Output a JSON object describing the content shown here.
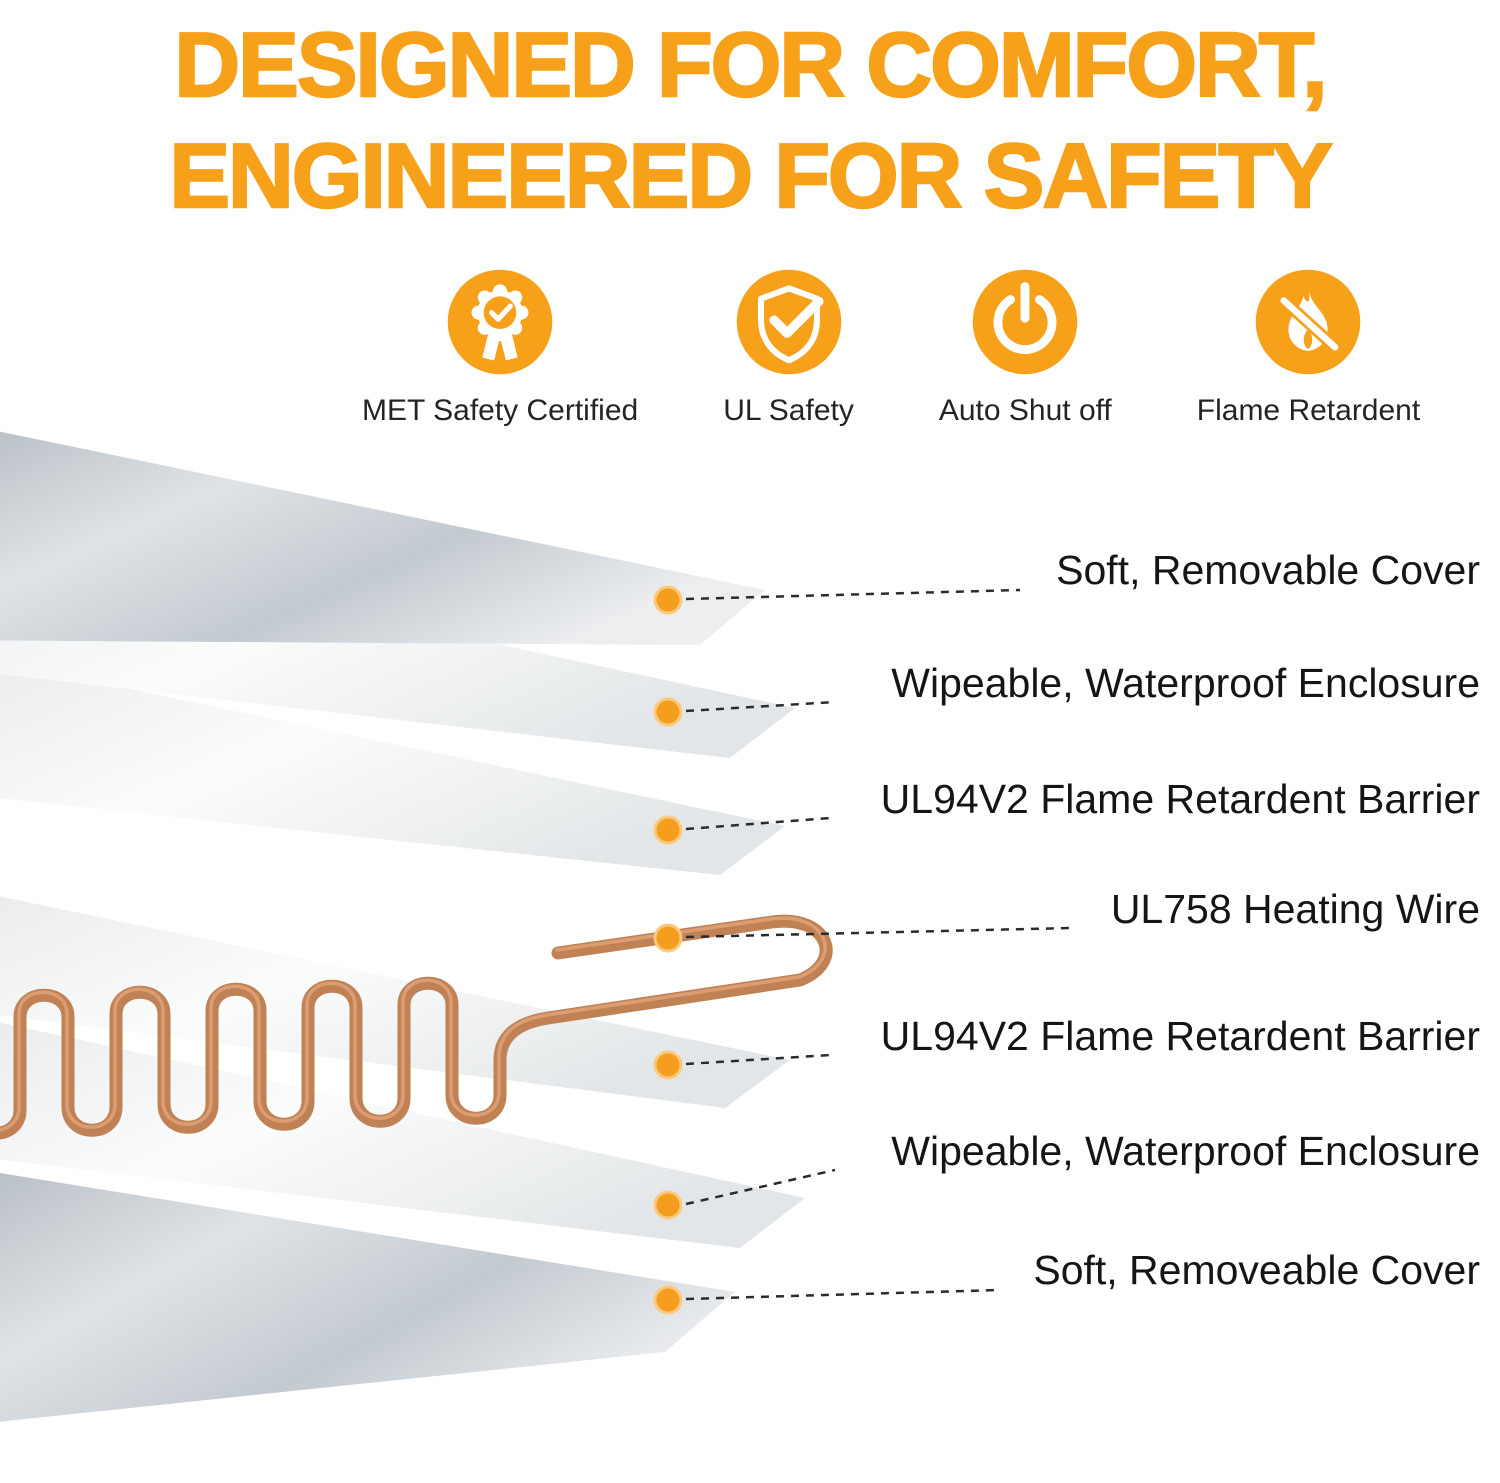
{
  "headline": {
    "line1": "DESIGNED FOR COMFORT,",
    "line2": "ENGINEERED FOR SAFETY"
  },
  "badges": [
    {
      "icon": "rosette-check-icon",
      "label": "MET Safety Certified"
    },
    {
      "icon": "shield-check-icon",
      "label": "UL Safety"
    },
    {
      "icon": "power-icon",
      "label": "Auto Shut off"
    },
    {
      "icon": "no-flame-icon",
      "label": "Flame Retardent"
    }
  ],
  "layers": [
    {
      "label": "Soft, Removable Cover"
    },
    {
      "label": "Wipeable, Waterproof Enclosure"
    },
    {
      "label": "UL94V2 Flame Retardent Barrier"
    },
    {
      "label": "UL758 Heating Wire"
    },
    {
      "label": "UL94V2 Flame Retardent Barrier"
    },
    {
      "label": "Wipeable, Waterproof Enclosure"
    },
    {
      "label": "Soft, Removeable Cover"
    }
  ],
  "colors": {
    "accent": "#F7A01A",
    "copper": "#C08155",
    "sheet_gray": "#C3CAD0",
    "sheet_white": "#F5F6F7",
    "text": "#151515"
  }
}
